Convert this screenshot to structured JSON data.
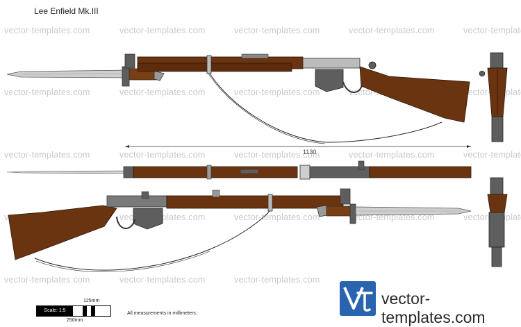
{
  "title": "Lee Enfield Mk.III",
  "watermark": "vector-templates.com",
  "dimension": "1130",
  "scale": {
    "label": "Scale: 1:5",
    "top_value": "125mm",
    "bottom_value": "250mm"
  },
  "note": "All measurements in millimeters.",
  "logo": {
    "mark": "Vt",
    "text": "vector-templates.com"
  },
  "colors": {
    "wood": "#6b3410",
    "metal": "#5e5e5e",
    "blade": "#cfcfcf",
    "logo_blue": "#2a63b0",
    "watermark": "#c9c9c9"
  }
}
